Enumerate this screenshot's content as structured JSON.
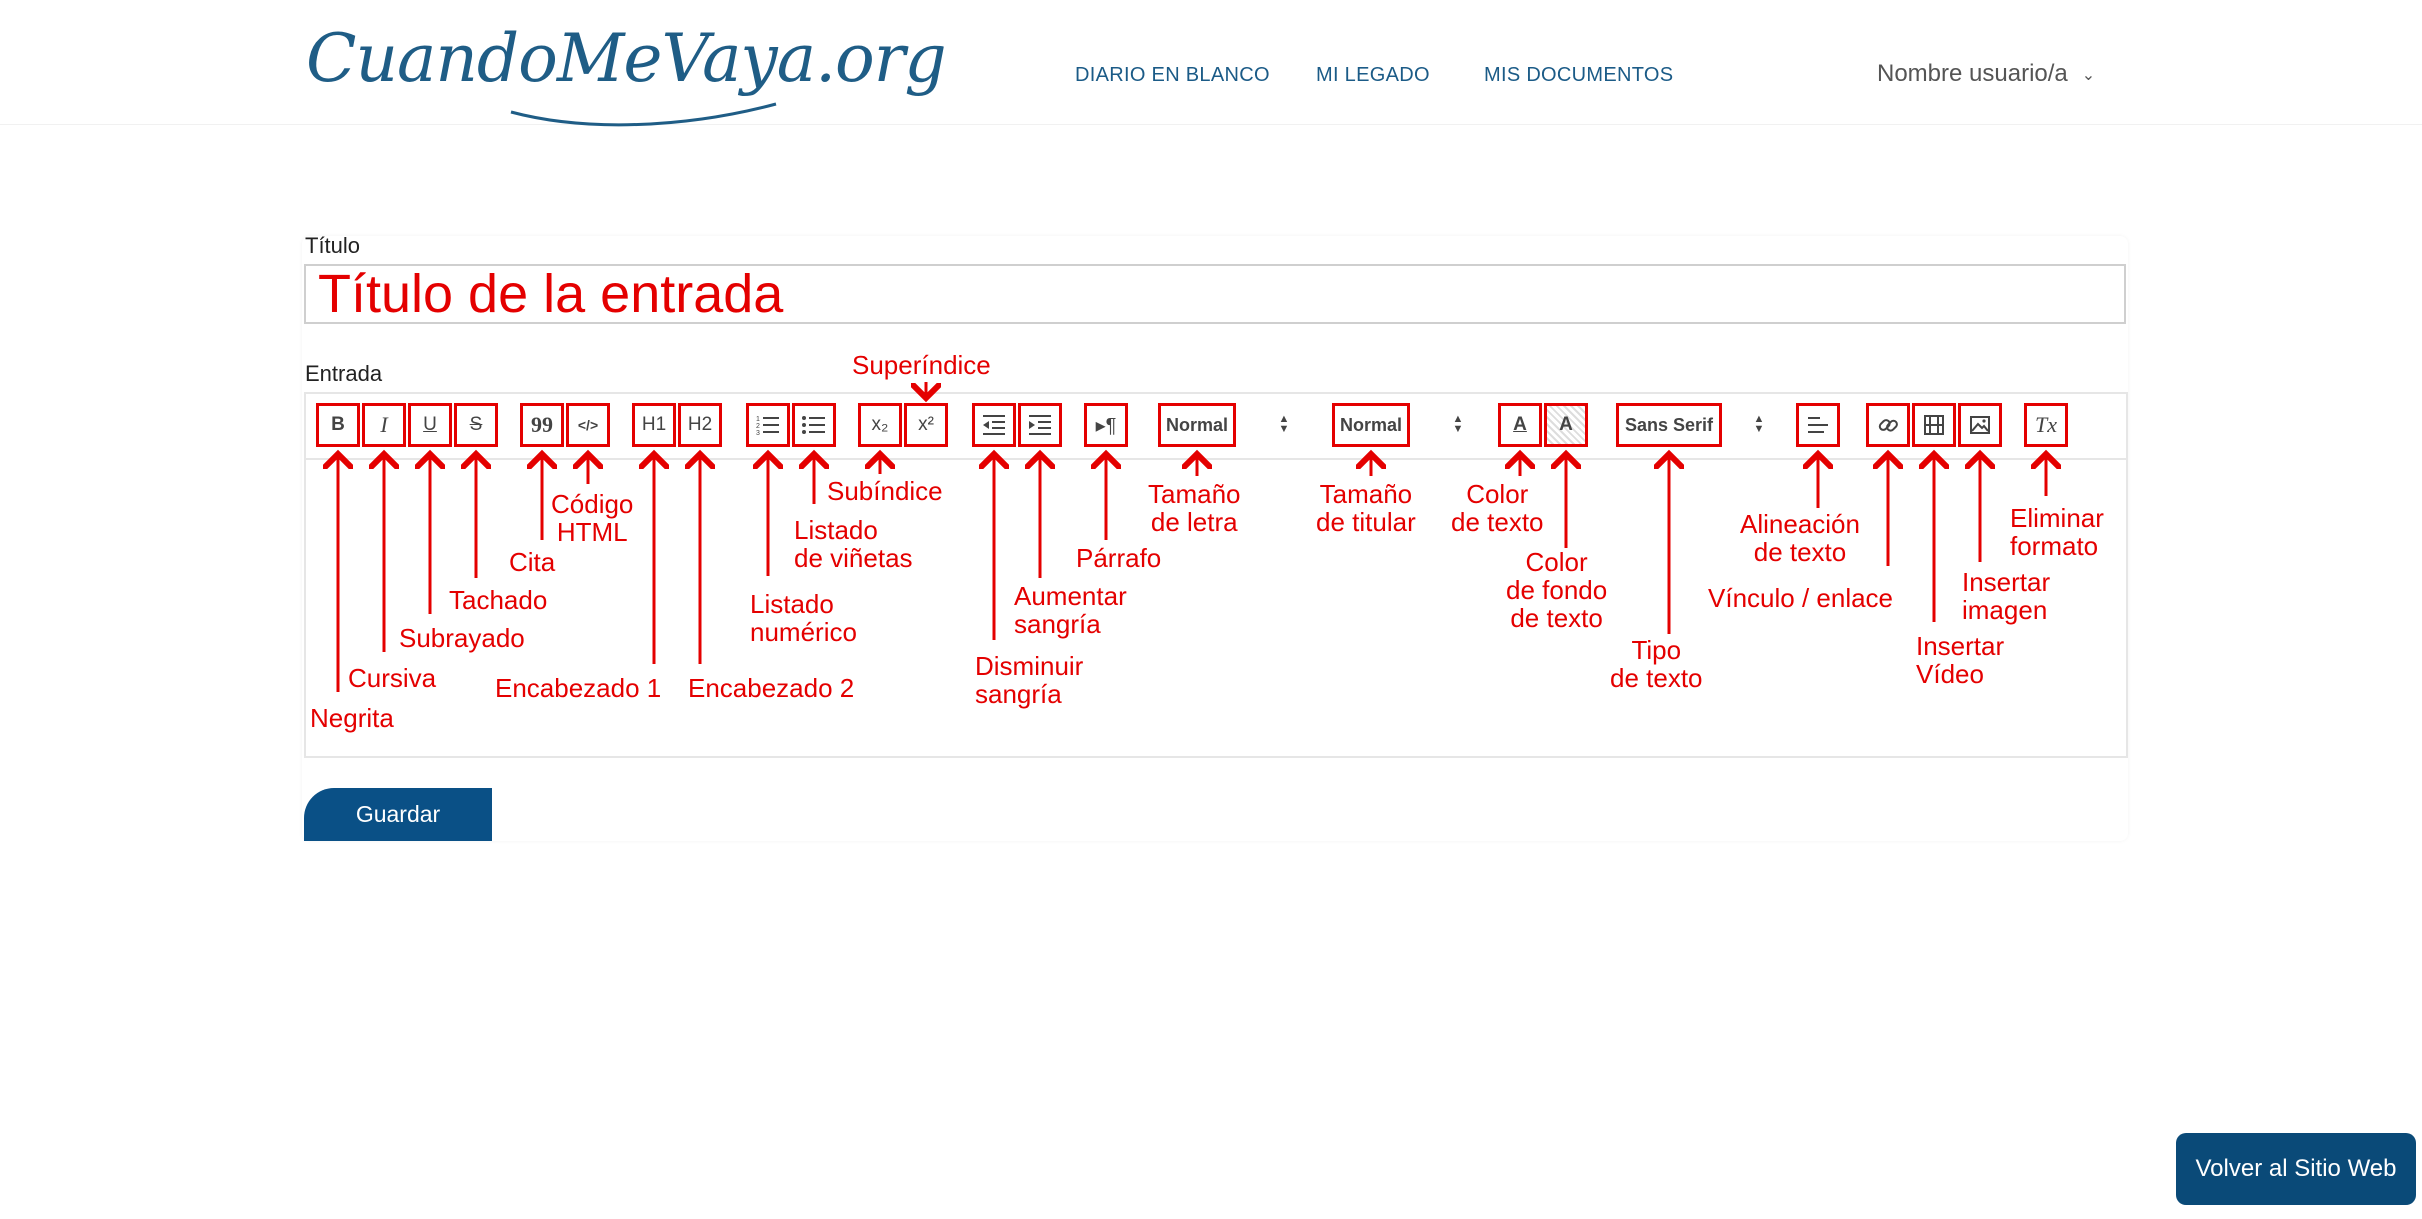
{
  "header": {
    "logo_text": "CuandoMeVaya.org",
    "nav": [
      "DIARIO EN BLANCO",
      "MI LEGADO",
      "MIS DOCUMENTOS"
    ],
    "user_menu": "Nombre usuario/a",
    "brand_color": "#1b5b87"
  },
  "form": {
    "title_label": "Título",
    "title_value": "Título de la entrada",
    "entry_label": "Entrada",
    "save_button": "Guardar"
  },
  "toolbar": {
    "bold": "B",
    "italic": "I",
    "underline": "U",
    "strike": "S",
    "quote": "99",
    "code": "</>",
    "h1": "H1",
    "h2": "H2",
    "subscript": "x₂",
    "superscript": "x²",
    "size_select": "Normal",
    "header_select": "Normal",
    "color_icon": "A",
    "background_icon": "A",
    "font_select": "Sans Serif",
    "clean_icon": "Tx",
    "icons": [
      "bold-icon",
      "italic-icon",
      "underline-icon",
      "strike-icon",
      "quote-icon",
      "code-icon",
      "h1-icon",
      "h2-icon",
      "ordered-list-icon",
      "bullet-list-icon",
      "subscript-icon",
      "superscript-icon",
      "outdent-icon",
      "indent-icon",
      "paragraph-icon",
      "text-color-icon",
      "background-color-icon",
      "align-left-icon",
      "link-icon",
      "video-icon",
      "image-icon",
      "clear-format-icon"
    ]
  },
  "annotations": {
    "bold": "Negrita",
    "italic": "Cursiva",
    "underline": "Subrayado",
    "strike": "Tachado",
    "quote": "Cita",
    "code_1": "Código",
    "code_2": "HTML",
    "h1": "Encabezado 1",
    "h2": "Encabezado 2",
    "ol_1": "Listado",
    "ol_2": "numérico",
    "ul_1": "Listado",
    "ul_2": "de viñetas",
    "sub": "Subíndice",
    "sup": "Superíndice",
    "outdent_1": "Disminuir",
    "outdent_2": "sangría",
    "indent_1": "Aumentar",
    "indent_2": "sangría",
    "paragraph": "Párrafo",
    "size_1": "Tamaño",
    "size_2": "de letra",
    "header_1": "Tamaño",
    "header_2": "de titular",
    "color_1": "Color",
    "color_2": "de texto",
    "bg_1": "Color",
    "bg_2": "de fondo",
    "bg_3": "de texto",
    "font_1": "Tipo",
    "font_2": "de texto",
    "align_1": "Alineación",
    "align_2": "de texto",
    "link": "Vínculo / enlace",
    "video_1": "Insertar",
    "video_2": "Vídeo",
    "image_1": "Insertar",
    "image_2": "imagen",
    "clean_1": "Eliminar",
    "clean_2": "formato"
  },
  "footer": {
    "back_button": "Volver al Sitio Web"
  },
  "colors": {
    "annotation": "#e40000",
    "button": "#0a5086"
  }
}
